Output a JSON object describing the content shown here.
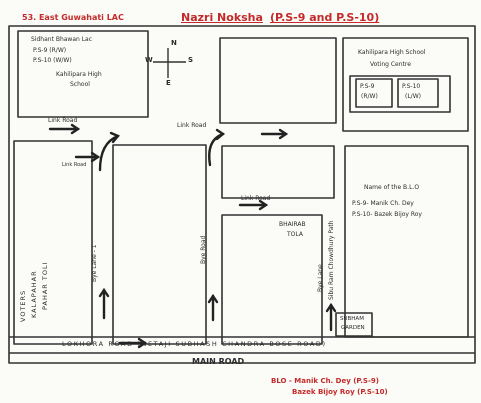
{
  "header": {
    "lac": "53. East Guwahati LAC",
    "title_main": "Nazri Noksha",
    "title_ps": "(P.S-9 and P.S-10)"
  },
  "ps_block": {
    "line1": "Sidhant Bhawan Lac",
    "line2": "P.S-9 (R/W)",
    "line3": "P.S-10 (W/W)",
    "line4": "Kahilipara High",
    "line5": "School"
  },
  "compass": {
    "n": "N",
    "e": "E",
    "w": "W",
    "s": "S"
  },
  "voting_centre": {
    "line1": "Kahilipara High School",
    "line2": "Voting Centre",
    "ps9": "P.S-9",
    "ps9_sub": "(R/W)",
    "ps10": "P.S-10",
    "ps10_sub": "(L/W)"
  },
  "roads": {
    "link_road_top_left": "Link Road",
    "link_road_top_center": "Link Road",
    "link_road_left_short": "Link Road",
    "link_road_middle": "Link Road",
    "bye_lane_1": "Bye Lane - 1",
    "bye_lane_2": "Bye Road",
    "bye_lane_3": "Bye Lane",
    "chowdhury_path": "Sibu Ram Chowdhury Path",
    "lokhora_road": "LOKHORA ROAD (NETAJI SUBHASH CHANDRA BOSE ROAD)",
    "main_road": "MAIN ROAD"
  },
  "areas": {
    "voters_area_1": "VOTERS",
    "voters_area_2": "KALAPAHAR",
    "voters_area_3": "PAHAR TOLI",
    "bhairab_tola_1": "BHAIRAB",
    "bhairab_tola_2": "TOLA",
    "subham_garden_1": "SUBHAM",
    "subham_garden_2": "GARDEN"
  },
  "blo_box": {
    "line1": "Name of the B.L.O",
    "line2": "P.S-9- Manik Ch. Dey",
    "line3": "P.S-10- Bazek Bijoy Roy"
  },
  "footer": {
    "blo_line1": "BLO - Manik Ch. Dey (P.S-9)",
    "blo_line2": "Bazek Bijoy Roy (P.S-10)"
  }
}
